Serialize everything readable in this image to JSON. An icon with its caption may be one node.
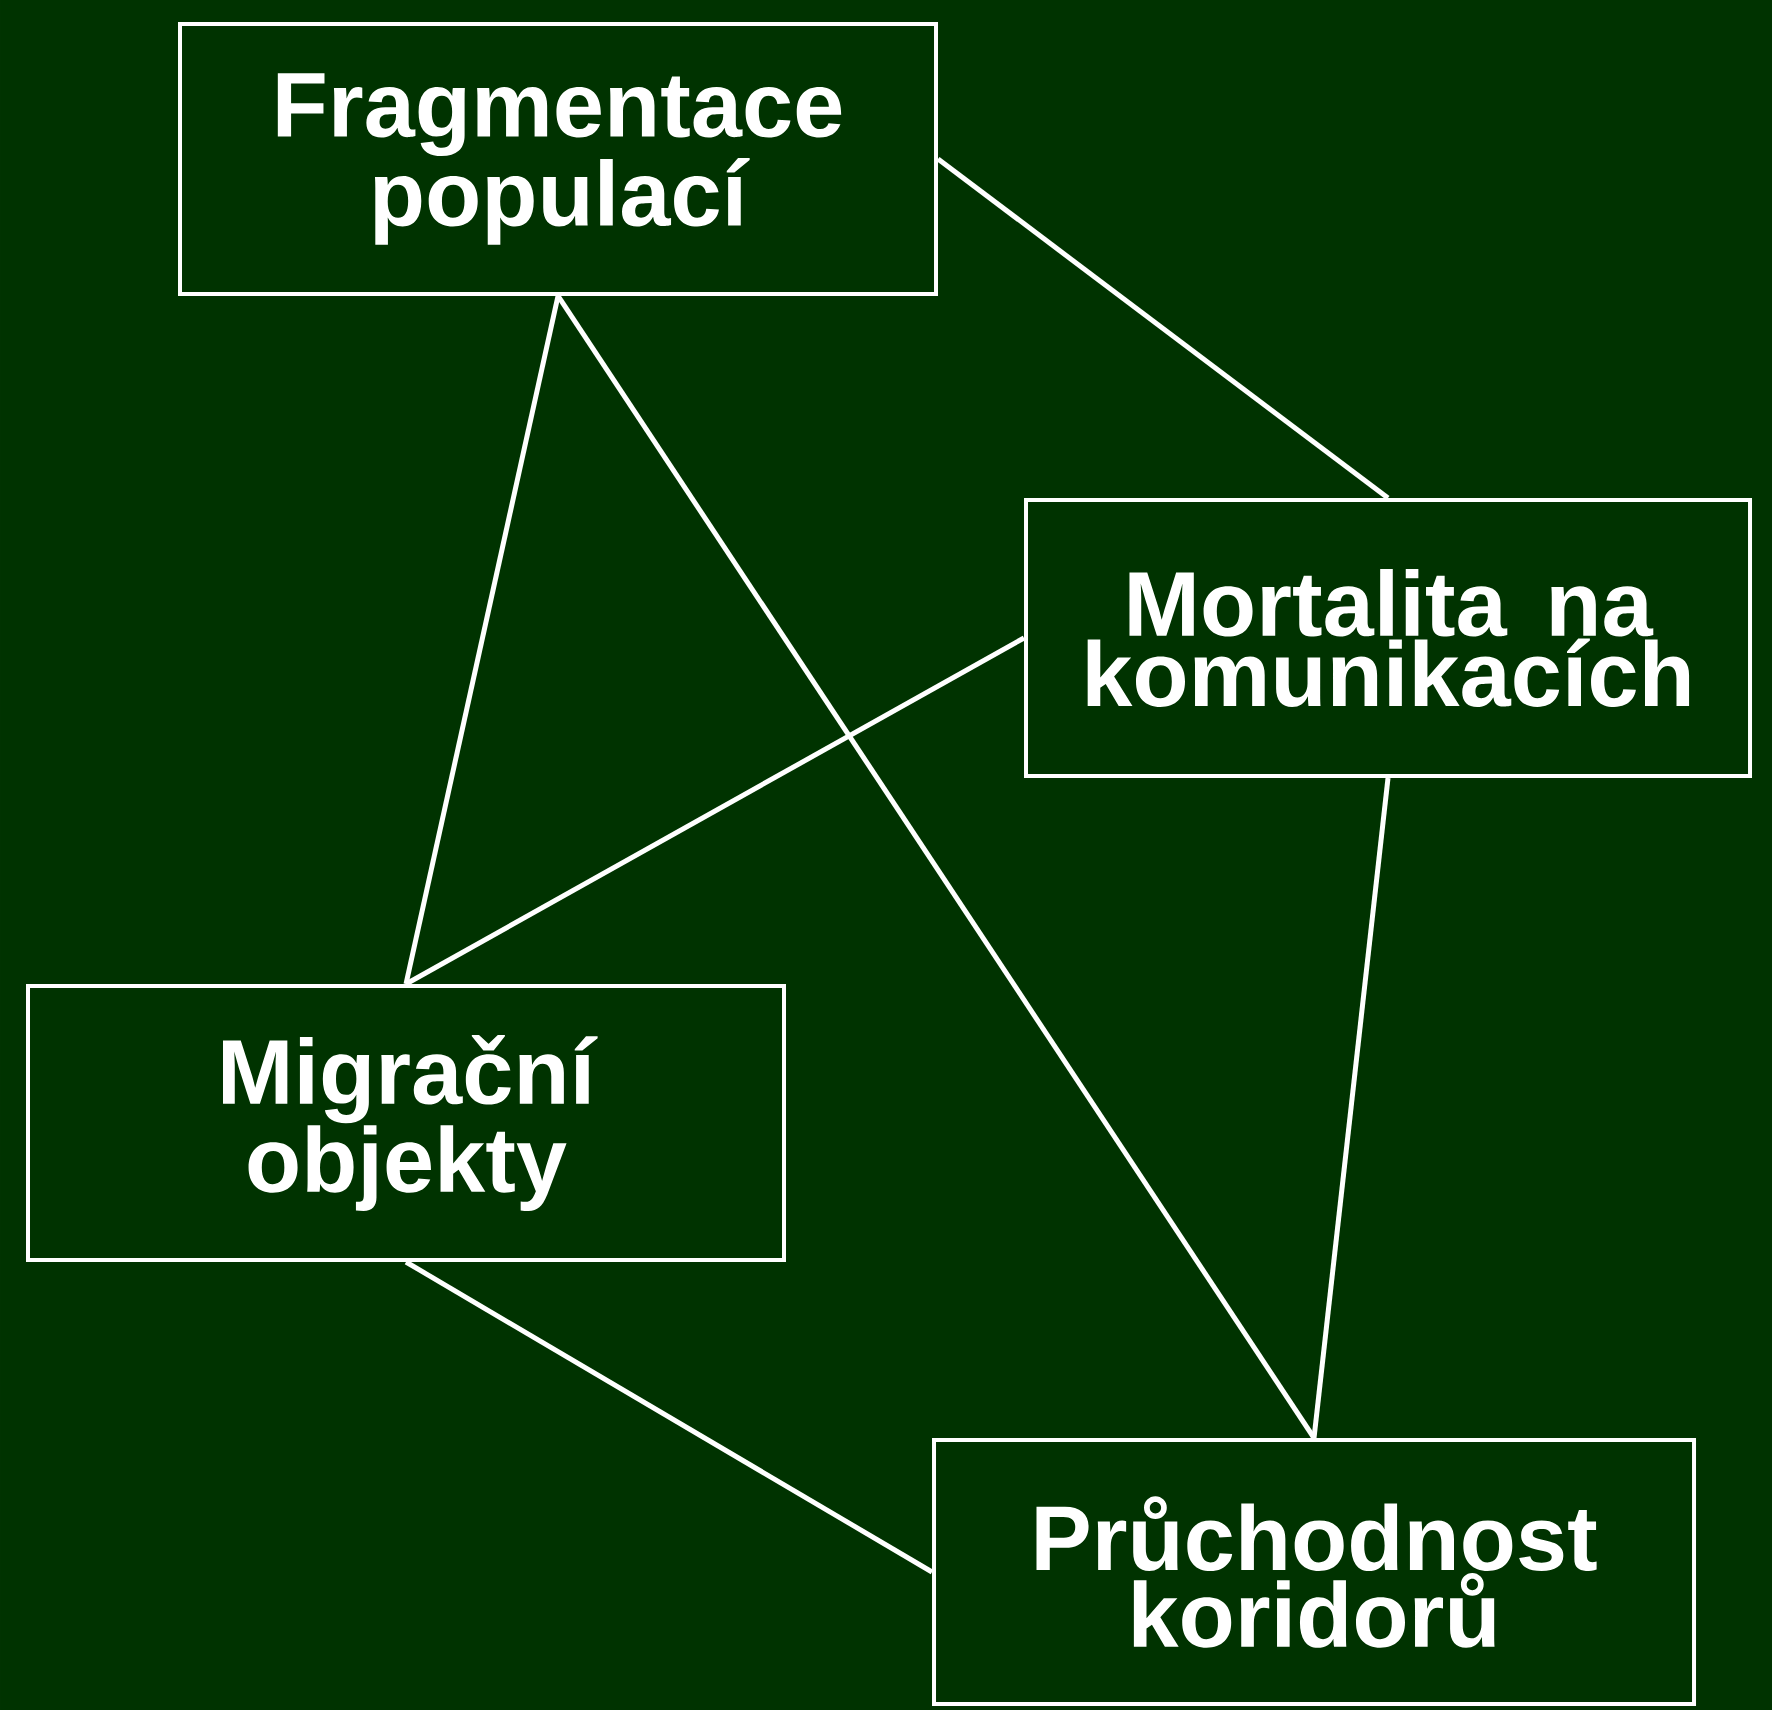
{
  "diagram": {
    "nodes": [
      {
        "text": [
          "Fragmentace populací"
        ]
      },
      {
        "text": [
          "Mortalita na komunikacích"
        ]
      },
      {
        "text": [
          "Migrační objekty"
        ]
      },
      {
        "text": [
          "Průchodnost koridorů"
        ]
      }
    ],
    "edges": [
      {
        "from": 0,
        "to": 1,
        "arrow": "none"
      },
      {
        "from": 0,
        "to": 2,
        "arrow": "none"
      },
      {
        "from": 0,
        "to": 3,
        "arrow": "none"
      },
      {
        "from": 1,
        "to": 2,
        "arrow": "none"
      },
      {
        "from": 1,
        "to": 3,
        "arrow": "none"
      },
      {
        "from": 2,
        "to": 3,
        "arrow": "none"
      }
    ]
  }
}
